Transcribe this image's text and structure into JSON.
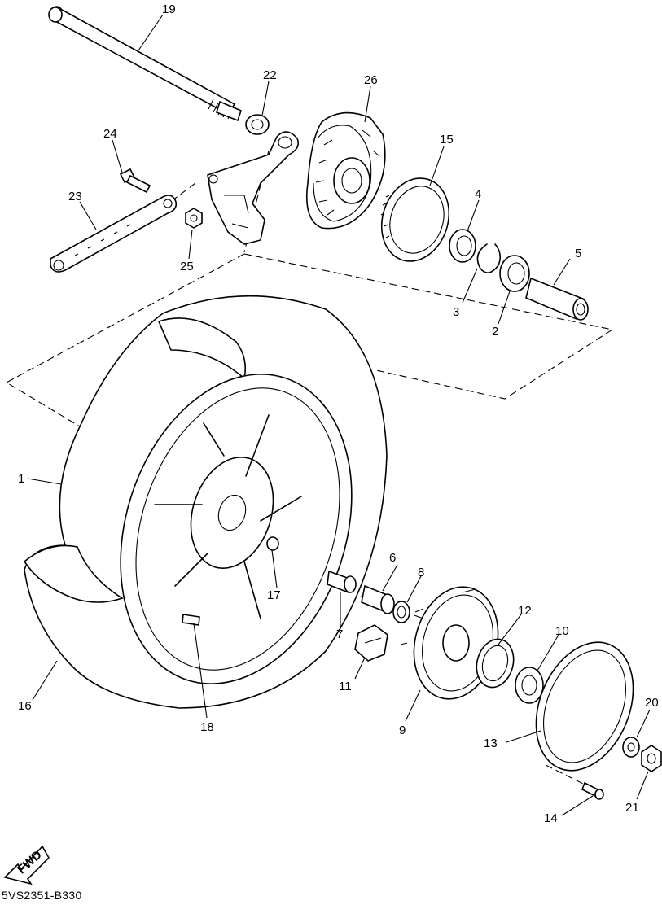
{
  "diagram_code": "5VS2351-B330",
  "fwd_label": "FWD",
  "callouts": {
    "c1": "1",
    "c2": "2",
    "c3": "3",
    "c4": "4",
    "c5": "5",
    "c6": "6",
    "c7": "7",
    "c8": "8",
    "c9": "9",
    "c10": "10",
    "c11": "11",
    "c12": "12",
    "c13": "13",
    "c14": "14",
    "c15": "15",
    "c16": "16",
    "c17": "17",
    "c18": "18",
    "c19": "19",
    "c20": "20",
    "c21": "21",
    "c22": "22",
    "c23": "23",
    "c24": "24",
    "c25": "25",
    "c26": "26"
  }
}
